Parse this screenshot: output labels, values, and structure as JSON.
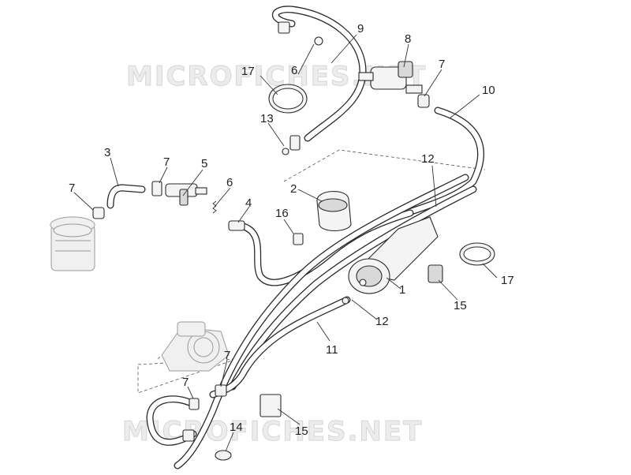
{
  "watermark": "MICROFICHES.NET",
  "callouts": [
    {
      "id": "c1",
      "label": "1"
    },
    {
      "id": "c2",
      "label": "2"
    },
    {
      "id": "c3",
      "label": "3"
    },
    {
      "id": "c4",
      "label": "4"
    },
    {
      "id": "c5",
      "label": "5"
    },
    {
      "id": "c6a",
      "label": "6"
    },
    {
      "id": "c6b",
      "label": "6"
    },
    {
      "id": "c7a",
      "label": "7"
    },
    {
      "id": "c7b",
      "label": "7"
    },
    {
      "id": "c7c",
      "label": "7"
    },
    {
      "id": "c7d",
      "label": "7"
    },
    {
      "id": "c7e",
      "label": "7"
    },
    {
      "id": "c8",
      "label": "8"
    },
    {
      "id": "c9",
      "label": "9"
    },
    {
      "id": "c10",
      "label": "10"
    },
    {
      "id": "c11",
      "label": "11"
    },
    {
      "id": "c12a",
      "label": "12"
    },
    {
      "id": "c12b",
      "label": "12"
    },
    {
      "id": "c13",
      "label": "13"
    },
    {
      "id": "c14",
      "label": "14"
    },
    {
      "id": "c15a",
      "label": "15"
    },
    {
      "id": "c15b",
      "label": "15"
    },
    {
      "id": "c16",
      "label": "16"
    },
    {
      "id": "c17a",
      "label": "17"
    },
    {
      "id": "c17b",
      "label": "17"
    }
  ]
}
